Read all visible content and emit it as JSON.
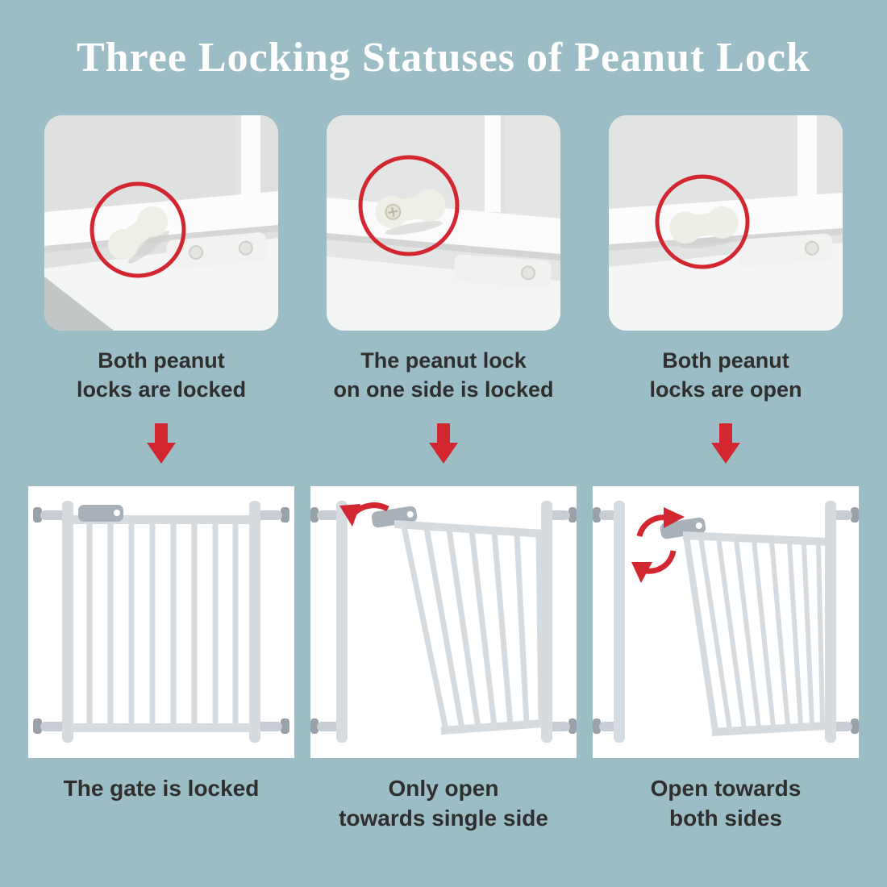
{
  "page": {
    "title": "Three Locking Statuses of  Peanut Lock",
    "background_color": "#9cbcc6",
    "accent_red": "#d22730",
    "caption_color": "#2f2f2f",
    "title_color": "#ffffff",
    "photo_highlight": "red-circle",
    "gate_color": "#d6dbdf"
  },
  "top_row": [
    {
      "image": "photo-both-peanut-locks-locked",
      "caption": {
        "line1": "Both peanut",
        "line2": "locks are locked"
      }
    },
    {
      "image": "photo-peanut-lock-one-side-locked",
      "caption": {
        "line1": "The peanut lock",
        "line2": "on one side is locked"
      }
    },
    {
      "image": "photo-both-peanut-locks-open",
      "caption": {
        "line1": "Both peanut",
        "line2": "locks are open"
      }
    }
  ],
  "bottom_row": [
    {
      "image": "gate-locked-illustration",
      "caption": {
        "line1": "The gate is locked",
        "line2": ""
      }
    },
    {
      "image": "gate-open-single-side-illustration",
      "caption": {
        "line1": "Only open",
        "line2": "towards single side"
      }
    },
    {
      "image": "gate-open-both-sides-illustration",
      "caption": {
        "line1": "Open towards",
        "line2": "both sides"
      }
    }
  ]
}
